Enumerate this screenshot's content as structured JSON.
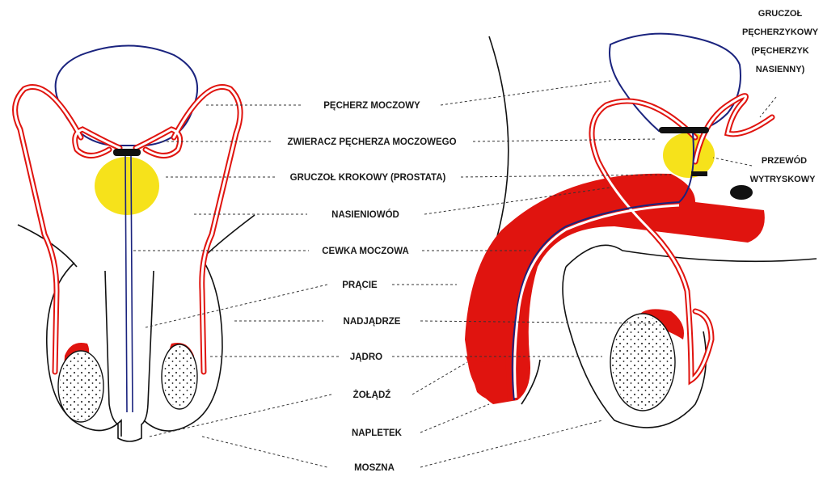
{
  "labels": {
    "bladder": "PĘCHERZ MOCZOWY",
    "sphincter": "ZWIERACZ PĘCHERZA MOCZOWEGO",
    "prostate": "GRUCZOŁ KROKOWY (PROSTATA)",
    "vas": "NASIENIOWÓD",
    "urethra": "CEWKA MOCZOWA",
    "penis": "PRĄCIE",
    "epididymis": "NADJĄDRZE",
    "testis": "JĄDRO",
    "glans": "ŻOŁĄDŹ",
    "foreskin": "NAPLETEK",
    "scrotum": "MOSZNA"
  },
  "right_labels": {
    "seminal_l1": "GRUCZOŁ",
    "seminal_l2": "PĘCHERZYKOWY",
    "seminal_l3": "(PĘCHERZYK",
    "seminal_l4": "NASIENNY)",
    "ejac_l1": "PRZEWÓD",
    "ejac_l2": "WYTRYSKOWY"
  },
  "colors": {
    "red": "#e0140f",
    "blue": "#1a237e",
    "yellow": "#f6e21b",
    "black": "#111111"
  }
}
